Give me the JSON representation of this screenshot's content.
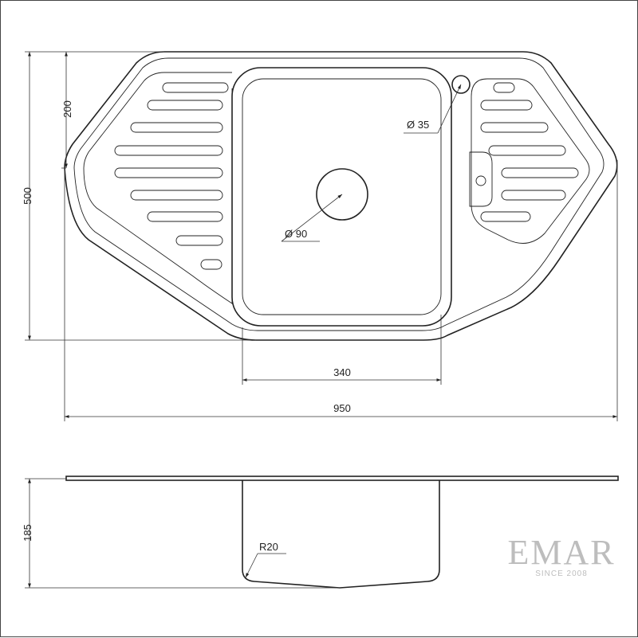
{
  "dimensions": {
    "height_top": "200",
    "height_total": "500",
    "drain_main": "Ø 90",
    "tap_hole": "Ø 35",
    "bowl_width": "340",
    "overall_width": "950",
    "depth": "185",
    "radius": "R20"
  },
  "brand": {
    "name": "EMAR",
    "since": "SINCE 2008"
  },
  "colors": {
    "line": "#222222",
    "logo": "#bdbdbd"
  }
}
